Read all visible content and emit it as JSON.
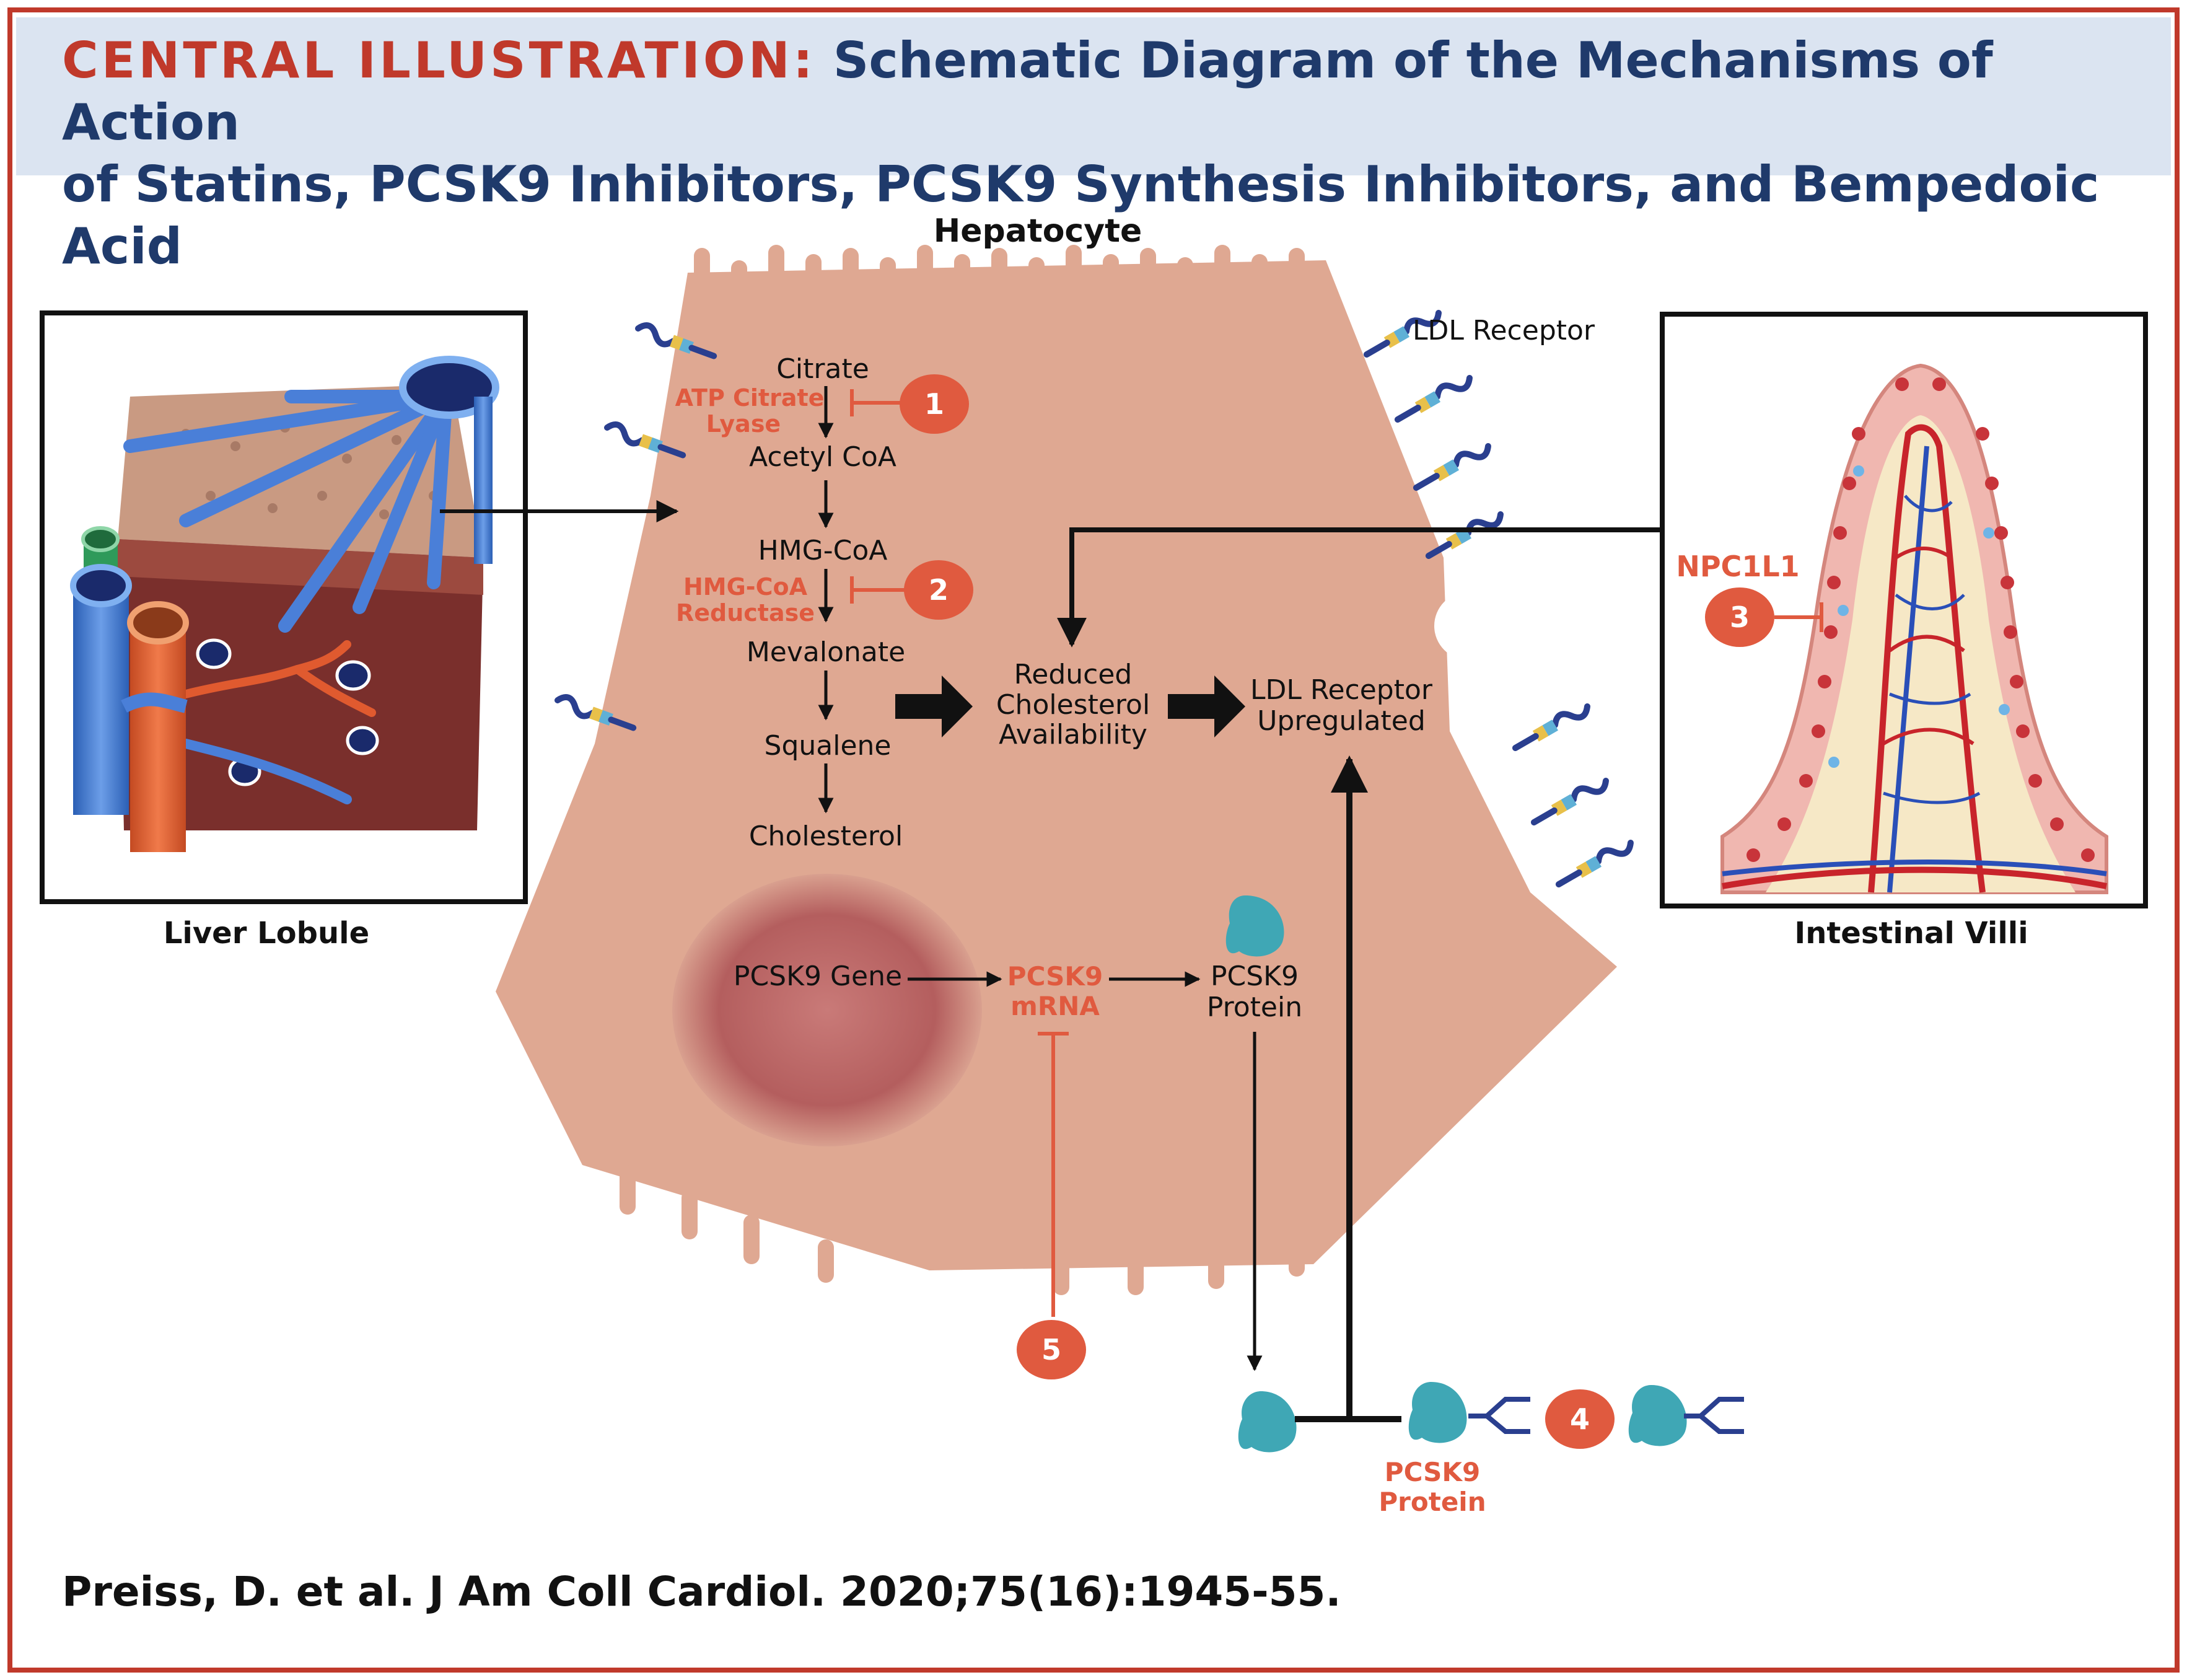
{
  "header": {
    "tag": "CENTRAL ILLUSTRATION:",
    "line1": "Schematic Diagram of the Mechanisms of Action",
    "line2": "of Statins, PCSK9 Inhibitors, PCSK9 Synthesis Inhibitors, and Bempedoic Acid"
  },
  "labels": {
    "hepatocyte": "Hepatocyte",
    "liver_lobule": "Liver Lobule",
    "intestinal_villi": "Intestinal Villi",
    "ldl_receptor": "LDL Receptor",
    "npc1l1": "NPC1L1"
  },
  "pathway": {
    "citrate": "Citrate",
    "atp_citrate_1": "ATP Citrate",
    "atp_citrate_2": "Lyase",
    "acetyl_coa": "Acetyl CoA",
    "hmg_coa": "HMG-CoA",
    "hmg_red_1": "HMG-CoA",
    "hmg_red_2": "Reductase",
    "mevalonate": "Mevalonate",
    "squalene": "Squalene",
    "cholesterol": "Cholesterol"
  },
  "effects": {
    "reduced_1": "Reduced",
    "reduced_2": "Cholesterol",
    "reduced_3": "Availability",
    "upreg_1": "LDL Receptor",
    "upreg_2": "Upregulated"
  },
  "pcsk9": {
    "gene": "PCSK9 Gene",
    "mrna_1": "PCSK9",
    "mrna_2": "mRNA",
    "protein_1": "PCSK9",
    "protein_2": "Protein",
    "ext_protein_1": "PCSK9",
    "ext_protein_2": "Protein"
  },
  "markers": [
    "1",
    "2",
    "3",
    "4",
    "5"
  ],
  "citation": "Preiss, D. et al. J Am Coll Cardiol. 2020;75(16):1945-55.",
  "colors": {
    "border": "#c0392b",
    "header_bg": "#dbe4f1",
    "header_text": "#1f3a6b",
    "accent_red": "#e05a3f",
    "cell": "#dfa892",
    "nucleus": "#b85c5c",
    "protein": "#3fa7b5",
    "receptor": "#2a3f8f"
  }
}
